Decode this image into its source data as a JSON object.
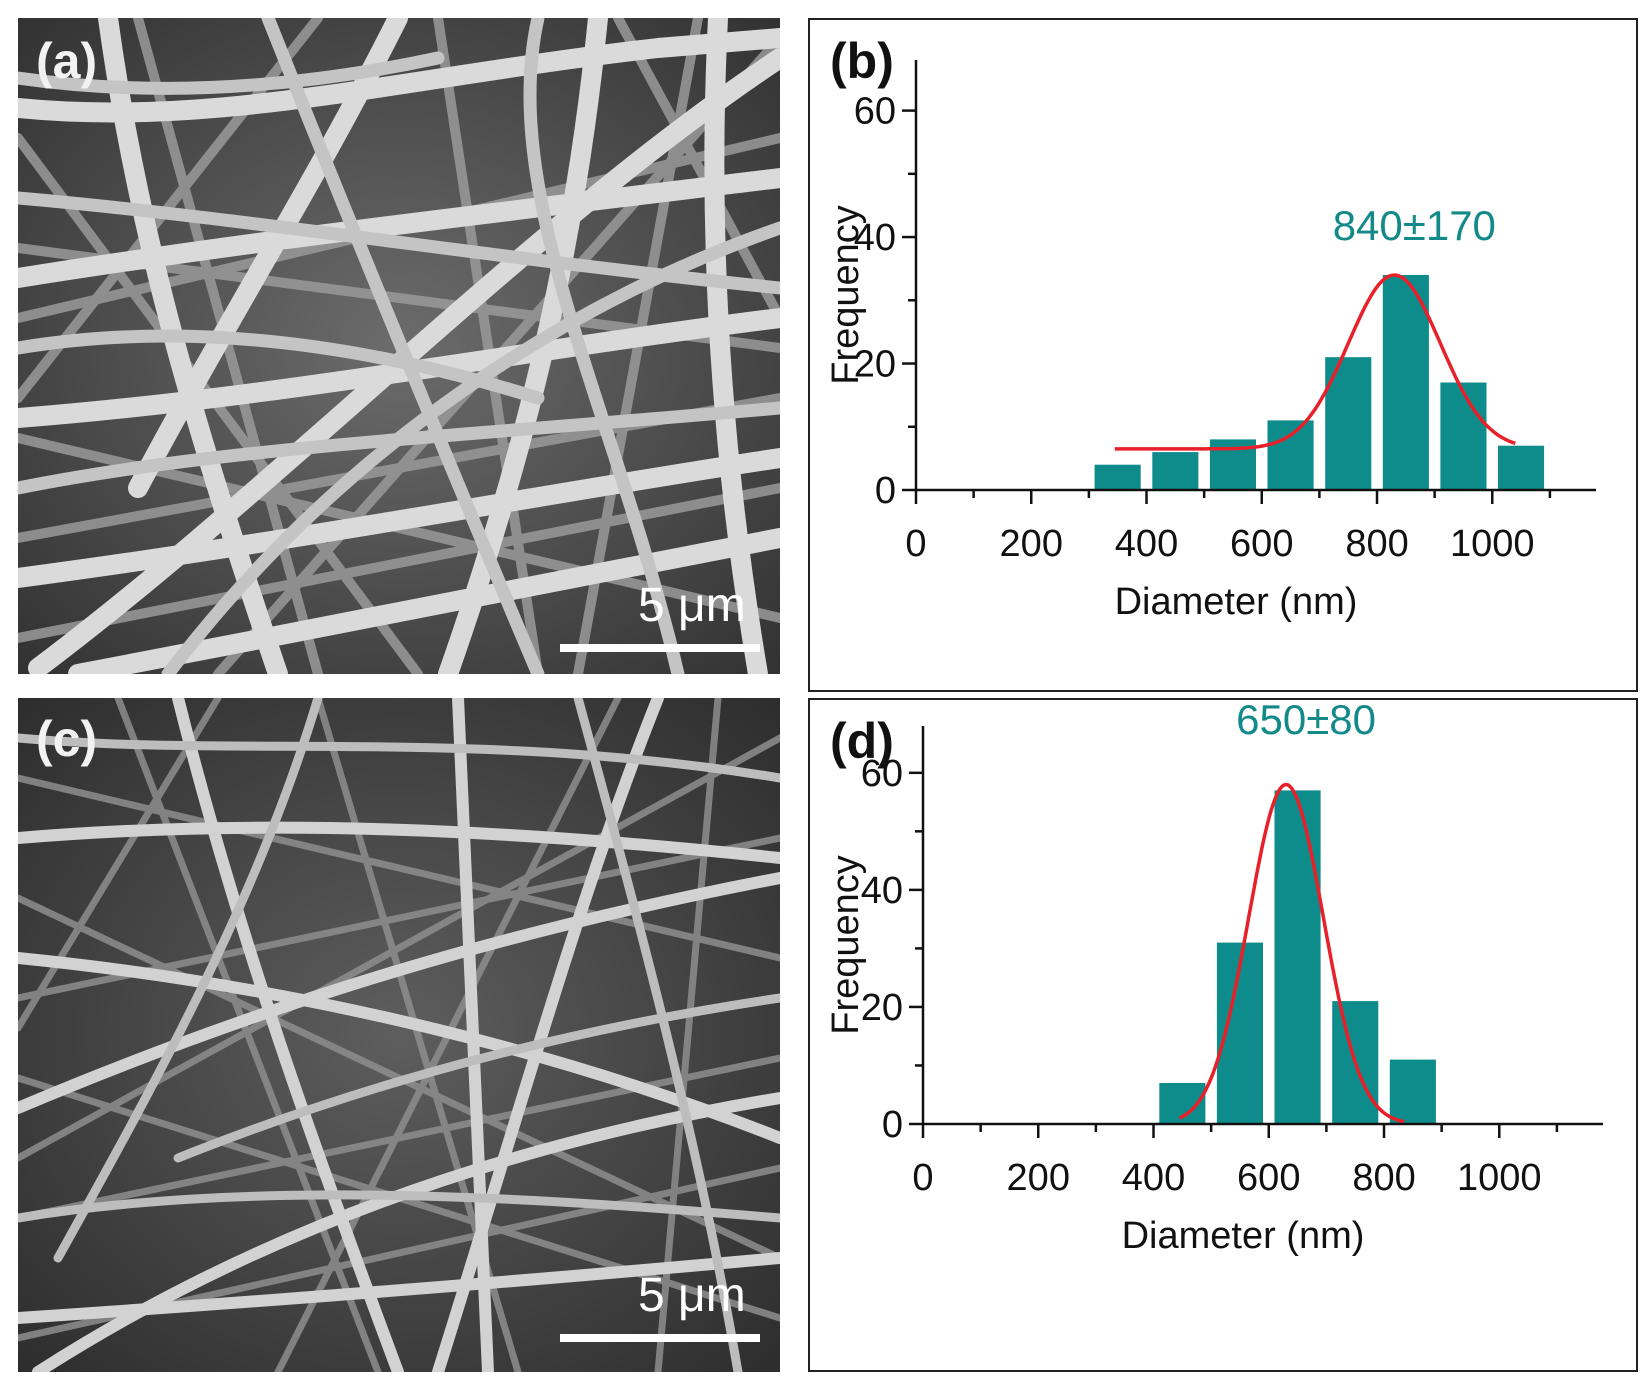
{
  "panels": {
    "a": {
      "label": "(a)",
      "scale_bar": "5 μm"
    },
    "b": {
      "label": "(b)"
    },
    "c": {
      "label": "(c)",
      "scale_bar": "5 μm"
    },
    "d": {
      "label": "(d)"
    }
  },
  "colors": {
    "bar": "#0e8c8c",
    "fit": "#e8202a",
    "annotation": "#138a8a",
    "axis": "#111111",
    "sem_background": "#4a4a4a",
    "sem_fiber": "#d6d6d6"
  },
  "chart_data": [
    {
      "panel": "b",
      "type": "bar",
      "xlabel": "Diameter (nm)",
      "ylabel": "Frequency",
      "xlim": [
        0,
        1180
      ],
      "ylim": [
        0,
        68
      ],
      "xticks": [
        0,
        200,
        400,
        600,
        800,
        1000
      ],
      "yticks": [
        0,
        20,
        40,
        60
      ],
      "bin_width": 80,
      "bins": [
        350,
        450,
        550,
        650,
        750,
        850,
        950,
        1050
      ],
      "values": [
        4,
        6,
        8,
        11,
        21,
        34,
        17,
        7
      ],
      "fit": {
        "type": "gaussian",
        "mean": 830,
        "sigma": 80,
        "amplitude": 27.5,
        "baseline": 6.5,
        "range": [
          345,
          1040
        ]
      },
      "annotation": "840±170"
    },
    {
      "panel": "d",
      "type": "bar",
      "xlabel": "Diameter (nm)",
      "ylabel": "Frequency",
      "xlim": [
        0,
        1180
      ],
      "ylim": [
        0,
        68
      ],
      "xticks": [
        0,
        200,
        400,
        600,
        800,
        1000
      ],
      "yticks": [
        0,
        20,
        40,
        60
      ],
      "bin_width": 80,
      "bins": [
        450,
        550,
        650,
        750,
        850
      ],
      "values": [
        7,
        31,
        57,
        21,
        11
      ],
      "fit": {
        "type": "gaussian",
        "mean": 630,
        "sigma": 65,
        "amplitude": 58,
        "baseline": 0,
        "range": [
          445,
          835
        ]
      },
      "annotation": "650±80"
    }
  ]
}
